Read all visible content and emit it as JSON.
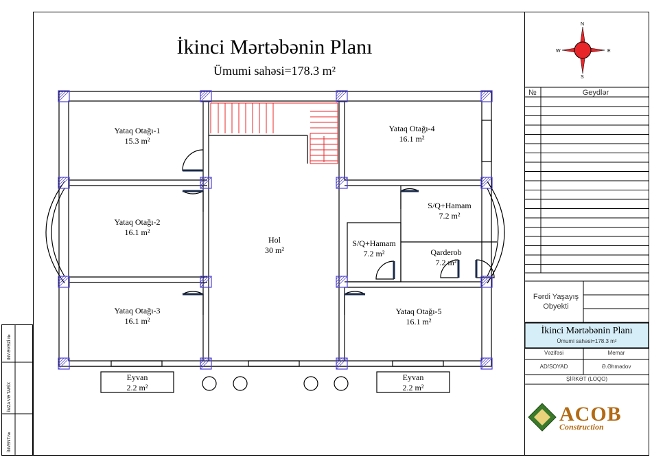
{
  "plan": {
    "title": "İkinci Mərtəbənin Planı",
    "total_area": "Ümumi sahəsi=178.3 m²"
  },
  "rooms": [
    {
      "name": "Yataq Otağı-1",
      "area": "15.3 m²"
    },
    {
      "name": "Yataq Otağı-2",
      "area": "16.1 m²"
    },
    {
      "name": "Yataq Otağı-3",
      "area": "16.1 m²"
    },
    {
      "name": "Yataq Otağı-4",
      "area": "16.1 m²"
    },
    {
      "name": "Yataq Otağı-5",
      "area": "16.1 m²"
    },
    {
      "name": "Hol",
      "area": "30 m²"
    },
    {
      "name": "S/Q+Hamam",
      "area": "7.2 m²"
    },
    {
      "name": "S/Q+Hamam",
      "area": "7.2 m²"
    },
    {
      "name": "Qarderob",
      "area": "7.2 m²"
    },
    {
      "name": "Eyvan",
      "area": "2.2 m²"
    },
    {
      "name": "Eyvan",
      "area": "2.2 m²"
    }
  ],
  "compass": {
    "n": "N",
    "s": "S",
    "e": "E",
    "w": "W"
  },
  "notes_table": {
    "no_header": "№",
    "notes_header": "Geydlər"
  },
  "title_block": {
    "object_label": "Fərdi Yaşayış Obyekti",
    "drawing_title": "İkinci Mərtəbənin Planı",
    "drawing_subtitle": "Ümumi sahəsi=178.3 m²",
    "position_label": "Vəzifəsi",
    "position_value": "Memar",
    "name_label": "AD/SOYAD",
    "name_value": "Ə.Əhmədov",
    "company_label": "ŞİRKƏT (LOQO)",
    "logo_main": "ACOB",
    "logo_sub": "Construction"
  },
  "left_strip": {
    "inv_dubl": "INV.ƏVƏZİ №",
    "imza": "İMZA VƏ TARİX",
    "invent": "İNVENT.№"
  },
  "colors": {
    "stair": "#e8262a",
    "column": "#4b3fd6",
    "compass": "#e8262a",
    "titlebox": "#d6eef8"
  }
}
